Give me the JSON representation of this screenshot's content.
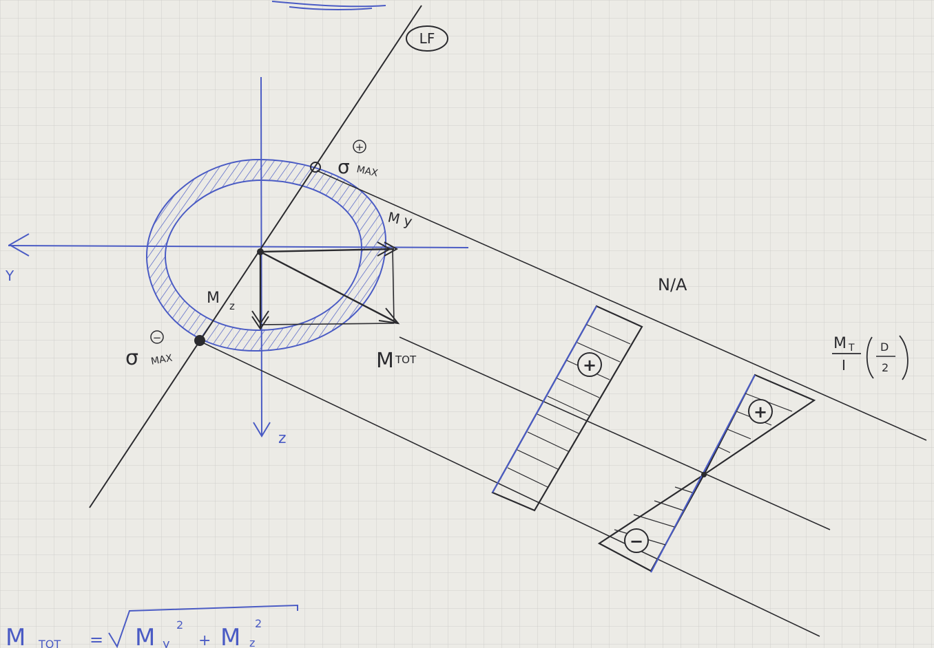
{
  "labels": {
    "lf": "LF",
    "sigma_max_pos": "σ",
    "sigma_pos_sign": "+",
    "sigma_max_pos_sub": "MAX",
    "sigma_max_neg": "σ",
    "sigma_neg_sign": "−",
    "sigma_max_neg_sub": "MAX",
    "my": "M y",
    "mz": "M",
    "mz_sub": "z",
    "mtot": "M",
    "mtot_sub": "TOT",
    "y_axis": "Y",
    "z_axis": "z",
    "na": "N/A",
    "stress_num": "M",
    "stress_num_sub": "T",
    "stress_den": "I",
    "stress_paren_num": "D",
    "stress_paren_den": "2",
    "plus_1": "+",
    "plus_2": "+",
    "minus": "−"
  },
  "formula": {
    "lhs": "M",
    "lhs_sub": "TOT",
    "equals": "=",
    "term1": "M",
    "term1_sub": "y",
    "term1_exp": "2",
    "plus": "+",
    "term2": "M",
    "term2_sub": "z",
    "term2_exp": "2"
  },
  "colors": {
    "paper": "#ecebe6",
    "grid": "#cfcfcc",
    "ink_black": "#2a2a2e",
    "ink_blue": "#4a5bc4"
  }
}
